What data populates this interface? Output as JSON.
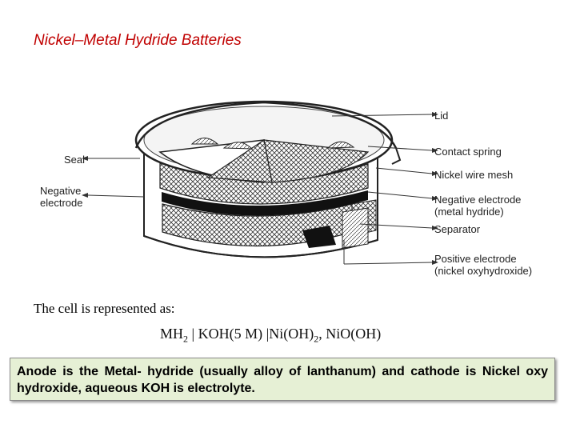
{
  "title": "Nickel–Metal Hydride Batteries",
  "diagram": {
    "labels": {
      "lid": "Lid",
      "contact_spring": "Contact spring",
      "nickel_wire_mesh": "Nickel wire mesh",
      "negative_electrode_line1": "Negative electrode",
      "negative_electrode_line2": "(metal hydride)",
      "separator": "Separator",
      "positive_electrode_line1": "Positive electrode",
      "positive_electrode_line2": "(nickel oxyhydroxide)",
      "seal": "Seal",
      "negative_left_line1": "Negative",
      "negative_left_line2": "electrode"
    }
  },
  "representation_text": "The cell is represented as:",
  "formula": {
    "mh": "MH",
    "mh_sub": "2",
    "koh": "KOH(5 M)",
    "nioh": "Ni(OH)",
    "nioh_sub": "2",
    "rest": ", NiO(OH)"
  },
  "summary": "Anode is the Metal- hydride (usually alloy of lanthanum) and cathode is Nickel oxy hydroxide, aqueous KOH is electrolyte."
}
